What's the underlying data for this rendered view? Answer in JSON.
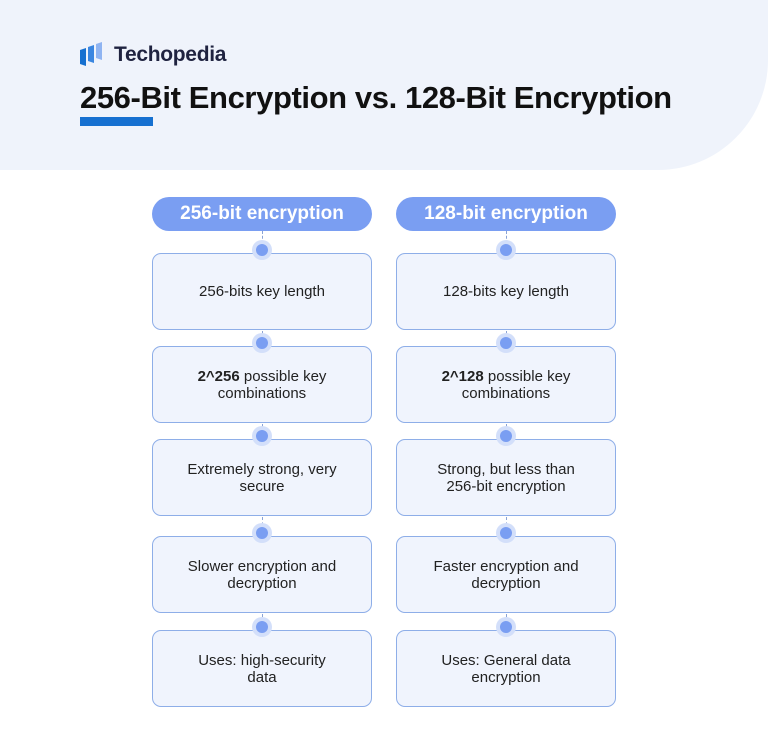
{
  "brand": {
    "name": "Techopedia"
  },
  "title": "256-Bit Encryption vs. 128-Bit Encryption",
  "colors": {
    "accent": "#1670d0",
    "pill": "#7a9ef2",
    "box_border": "#8eaee8",
    "box_bg": "#f0f4fd",
    "header_bg": "#eff3fb"
  },
  "columns": [
    {
      "header": "256-bit encryption",
      "items": [
        {
          "bold": "",
          "text": "256-bits key length"
        },
        {
          "bold": "2^256",
          "text": " possible key combinations"
        },
        {
          "bold": "",
          "text": "Extremely strong, very secure"
        },
        {
          "bold": "",
          "text": "Slower encryption and decryption"
        },
        {
          "bold": "",
          "text": "Uses: high-security data"
        }
      ]
    },
    {
      "header": "128-bit encryption",
      "items": [
        {
          "bold": "",
          "text": "128-bits key length"
        },
        {
          "bold": "2^128",
          "text": " possible key combinations"
        },
        {
          "bold": "",
          "text": "Strong, but less than 256-bit encryption"
        },
        {
          "bold": "",
          "text": "Faster encryption and decryption"
        },
        {
          "bold": "",
          "text": "Uses: General data encryption"
        }
      ]
    }
  ]
}
